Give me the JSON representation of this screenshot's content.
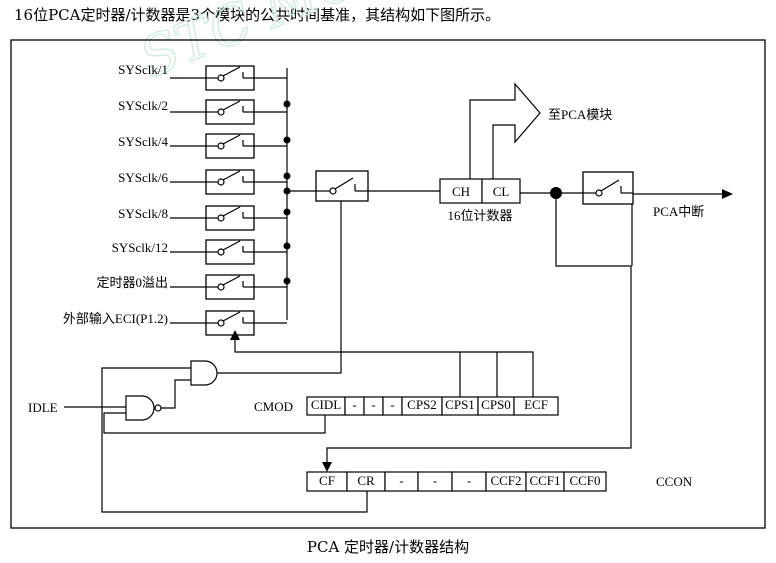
{
  "intro_text": "16位PCA定时器/计数器是3个模块的公共时间基准，其结构如下图所示。",
  "clock_sources": [
    "SYSclk/1",
    "SYSclk/2",
    "SYSclk/4",
    "SYSclk/6",
    "SYSclk/8",
    "SYSclk/12",
    "定时器0溢出",
    "外部输入ECI(P1.2)"
  ],
  "counter": {
    "high": "CH",
    "low": "CL",
    "label": "16位计数器"
  },
  "to_modules_label": "至PCA模块",
  "interrupt_label": "PCA中断",
  "idle_label": "IDLE",
  "cmod": {
    "name": "CMOD",
    "bits": [
      "CIDL",
      "-",
      "-",
      "-",
      "CPS2",
      "CPS1",
      "CPS0",
      "ECF"
    ]
  },
  "ccon": {
    "name": "CCON",
    "bits": [
      "CF",
      "CR",
      "-",
      "-",
      "-",
      "CCF2",
      "CCF1",
      "CCF0"
    ]
  },
  "watermark": "STC MCU",
  "caption": "PCA 定时器/计数器结构"
}
